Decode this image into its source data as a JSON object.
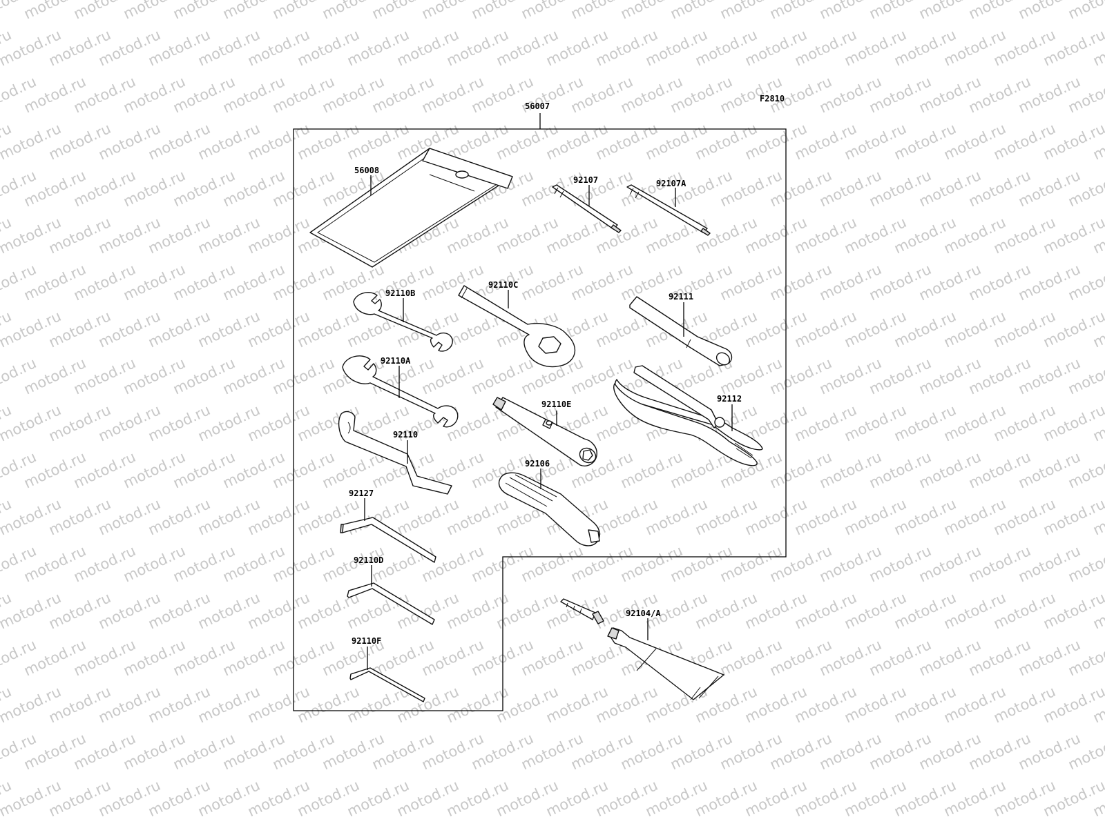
{
  "diagram": {
    "code": "F2810",
    "kit_number": "56007",
    "watermark": "motod.ru",
    "parts": [
      {
        "id": "p56008",
        "label": "56008"
      },
      {
        "id": "p92107",
        "label": "92107"
      },
      {
        "id": "p92107A",
        "label": "92107A"
      },
      {
        "id": "p92110B",
        "label": "92110B"
      },
      {
        "id": "p92110C",
        "label": "92110C"
      },
      {
        "id": "p92111",
        "label": "92111"
      },
      {
        "id": "p92110A",
        "label": "92110A"
      },
      {
        "id": "p92110E",
        "label": "92110E"
      },
      {
        "id": "p92112",
        "label": "92112"
      },
      {
        "id": "p92110",
        "label": "92110"
      },
      {
        "id": "p92106",
        "label": "92106"
      },
      {
        "id": "p92127",
        "label": "92127"
      },
      {
        "id": "p92110D",
        "label": "92110D"
      },
      {
        "id": "p92110F",
        "label": "92110F"
      },
      {
        "id": "p92104A",
        "label": "92104/A"
      }
    ]
  }
}
